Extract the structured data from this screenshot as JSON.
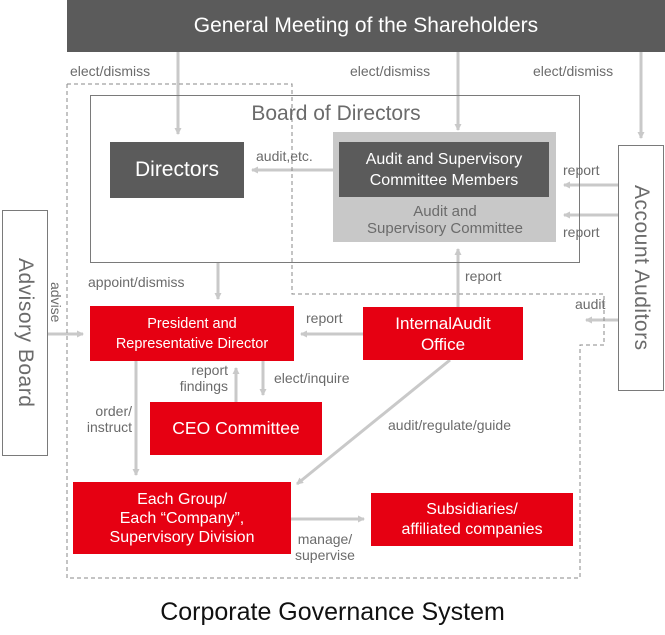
{
  "title": "Corporate Governance System",
  "nodes": {
    "shareholders": "General Meeting of the Shareholders",
    "board": "Board of Directors",
    "directors": "Directors",
    "audit_members": [
      "Audit and Supervisory",
      "Committee Members"
    ],
    "audit_committee": [
      "Audit and",
      "Supervisory Committee"
    ],
    "account_auditors": "Account Auditors",
    "advisory_board": "Advisory Board",
    "president": [
      "President and",
      "Representative Director"
    ],
    "internal_audit": [
      "InternalAudit",
      "Office"
    ],
    "ceo_committee": "CEO Committee",
    "each_group": [
      "Each Group/",
      "Each “Company”,",
      "Supervisory Division"
    ],
    "subsidiaries": [
      "Subsidiaries/",
      "affiliated companies"
    ]
  },
  "edge_labels": {
    "elect_dismiss_1": "elect/dismiss",
    "elect_dismiss_2": "elect/dismiss",
    "elect_dismiss_3": "elect/dismiss",
    "audit_etc": "audit,etc.",
    "report_auditors_1": "report",
    "report_auditors_2": "report",
    "report_internal_up": "report",
    "audit_auditors": "audit",
    "appoint_dismiss": "appoint/dismiss",
    "advise": "advise",
    "report_president": "report",
    "report_findings": [
      "report",
      "findings"
    ],
    "elect_inquire": "elect/inquire",
    "order_instruct": [
      "order/",
      "instruct"
    ],
    "audit_regulate_guide": "audit/regulate/guide",
    "manage_supervise": [
      "manage/",
      "supervise"
    ]
  },
  "colors": {
    "dark_box": "#5b5b5b",
    "red_box": "#e60012",
    "light_gray_box": "#c8c8c8",
    "arrow": "#c9c9c9",
    "label_text": "#6b6b6b"
  }
}
